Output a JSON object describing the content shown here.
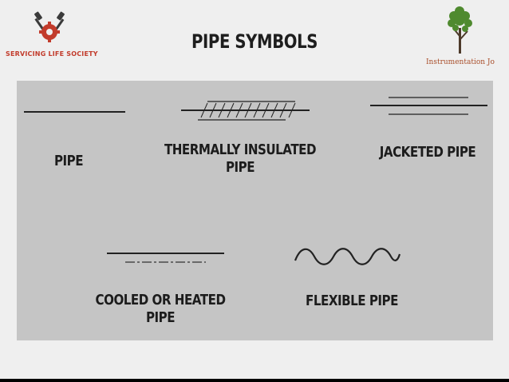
{
  "title": "PIPE SYMBOLS",
  "logo_left": {
    "text": "SERVICING LIFE SOCIETY",
    "icon": "crossed-pistons-gear-icon",
    "color": "#c23b2b"
  },
  "logo_right": {
    "text": "Instrumentation Jo",
    "icon": "tree-icon",
    "color": "#a94e2a"
  },
  "symbols": [
    {
      "label": "PIPE",
      "icon": "pipe-symbol"
    },
    {
      "label_lines": [
        "THERMALLY INSULATED",
        "PIPE"
      ],
      "icon": "thermally-insulated-pipe-symbol"
    },
    {
      "label": "JACKETED PIPE",
      "icon": "jacketed-pipe-symbol"
    },
    {
      "label_lines": [
        "COOLED OR HEATED",
        "PIPE"
      ],
      "icon": "cooled-or-heated-pipe-symbol"
    },
    {
      "label": "FLEXIBLE PIPE",
      "icon": "flexible-pipe-symbol"
    }
  ]
}
